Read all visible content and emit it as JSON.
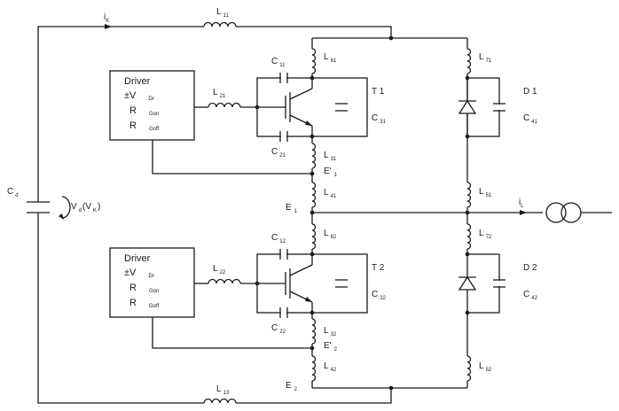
{
  "labels": {
    "iK": "i",
    "iK_sub": "K",
    "L11": "L",
    "L11_sub": "11",
    "L13": "L",
    "L13_sub": "13",
    "L61": "L",
    "L61_sub": "61",
    "L71": "L",
    "L71_sub": "71",
    "L21": "L",
    "L21_sub": "21",
    "L22": "L",
    "L22_sub": "22",
    "C11": "C",
    "C11_sub": "11",
    "C21": "C",
    "C21_sub": "21",
    "C12": "C",
    "C12_sub": "12",
    "C22": "C",
    "C22_sub": "22",
    "T1": "T 1",
    "T2": "T 2",
    "C31": "C",
    "C31_sub": "31",
    "C32": "C",
    "C32_sub": "32",
    "D1": "D 1",
    "D2": "D 2",
    "C41": "C",
    "C41_sub": "41",
    "C42": "C",
    "C42_sub": "42",
    "L31": "L",
    "L31_sub": "31",
    "L32": "L",
    "L32_sub": "32",
    "E1p": "E'",
    "E1p_sub": "1",
    "E2p": "E'",
    "E2p_sub": "2",
    "L41": "L",
    "L41_sub": "41",
    "L42": "L",
    "L42_sub": "42",
    "E1": "E",
    "E1_sub": "1",
    "E2": "E",
    "E2_sub": "2",
    "L51": "L",
    "L51_sub": "51",
    "L52": "L",
    "L52_sub": "52",
    "L62": "L",
    "L62_sub": "62",
    "L72": "L",
    "L72_sub": "72",
    "iL": "i",
    "iL_sub": "L",
    "Cd": "C",
    "Cd_sub": "d",
    "Vd_a": "V",
    "Vd_sub": "d",
    "Vd_b": "(V",
    "Vd_sub2": "K",
    "Vd_c": ")"
  },
  "driver1": {
    "title": "Driver",
    "line1": "±V",
    "line1_sub": "Dr",
    "line2": "R",
    "line2_sub": "Gon",
    "line3": "R",
    "line3_sub": "Goff"
  },
  "driver2": {
    "title": "Driver",
    "line1": "±V",
    "line1_sub": "Dr",
    "line2": "R",
    "line2_sub": "Gon",
    "line3": "R",
    "line3_sub": "Goff"
  }
}
